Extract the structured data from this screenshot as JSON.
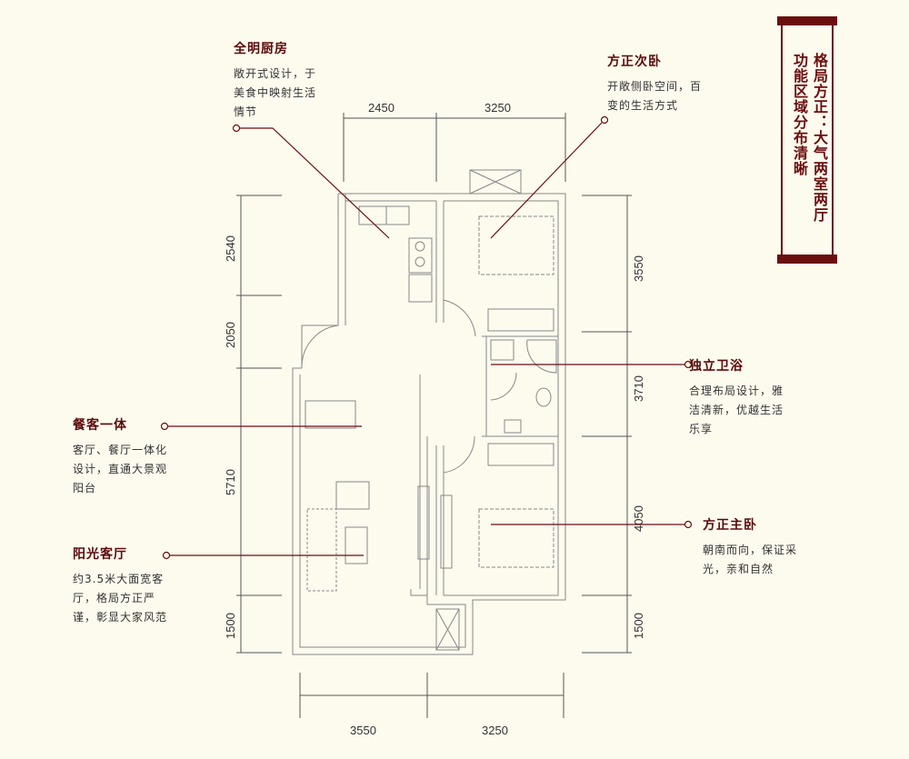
{
  "banner": {
    "line1": "格局方正：大气两室两厅",
    "line2": "功能区域分布清晰"
  },
  "rooms": [
    {
      "title": "全明厨房",
      "desc": "敞开式设计，于\n美食中映射生活\n情节"
    },
    {
      "title": "方正次卧",
      "desc": "开敞侧卧空间，百\n变的生活方式"
    },
    {
      "title": "独立卫浴",
      "desc": "合理布局设计，雅\n洁清新，优越生活\n乐享"
    },
    {
      "title": "餐客一体",
      "desc": "客厅、餐厅一体化\n设计，直通大景观\n阳台"
    },
    {
      "title": "方正主卧",
      "desc": "朝南而向，保证采\n光，亲和自然"
    },
    {
      "title": "阳光客厅",
      "desc": "约3.5米大面宽客\n厅，格局方正严\n谨，彰显大家风范"
    }
  ],
  "dimensions": {
    "top": [
      "2450",
      "3250"
    ],
    "bottom": [
      "3550",
      "3250"
    ],
    "left": [
      "2540",
      "2050",
      "5710",
      "1500"
    ],
    "right": [
      "3550",
      "3710",
      "4050",
      "1500"
    ]
  },
  "colors": {
    "accent": "#6b0e0e",
    "background": "#fdfaee"
  }
}
